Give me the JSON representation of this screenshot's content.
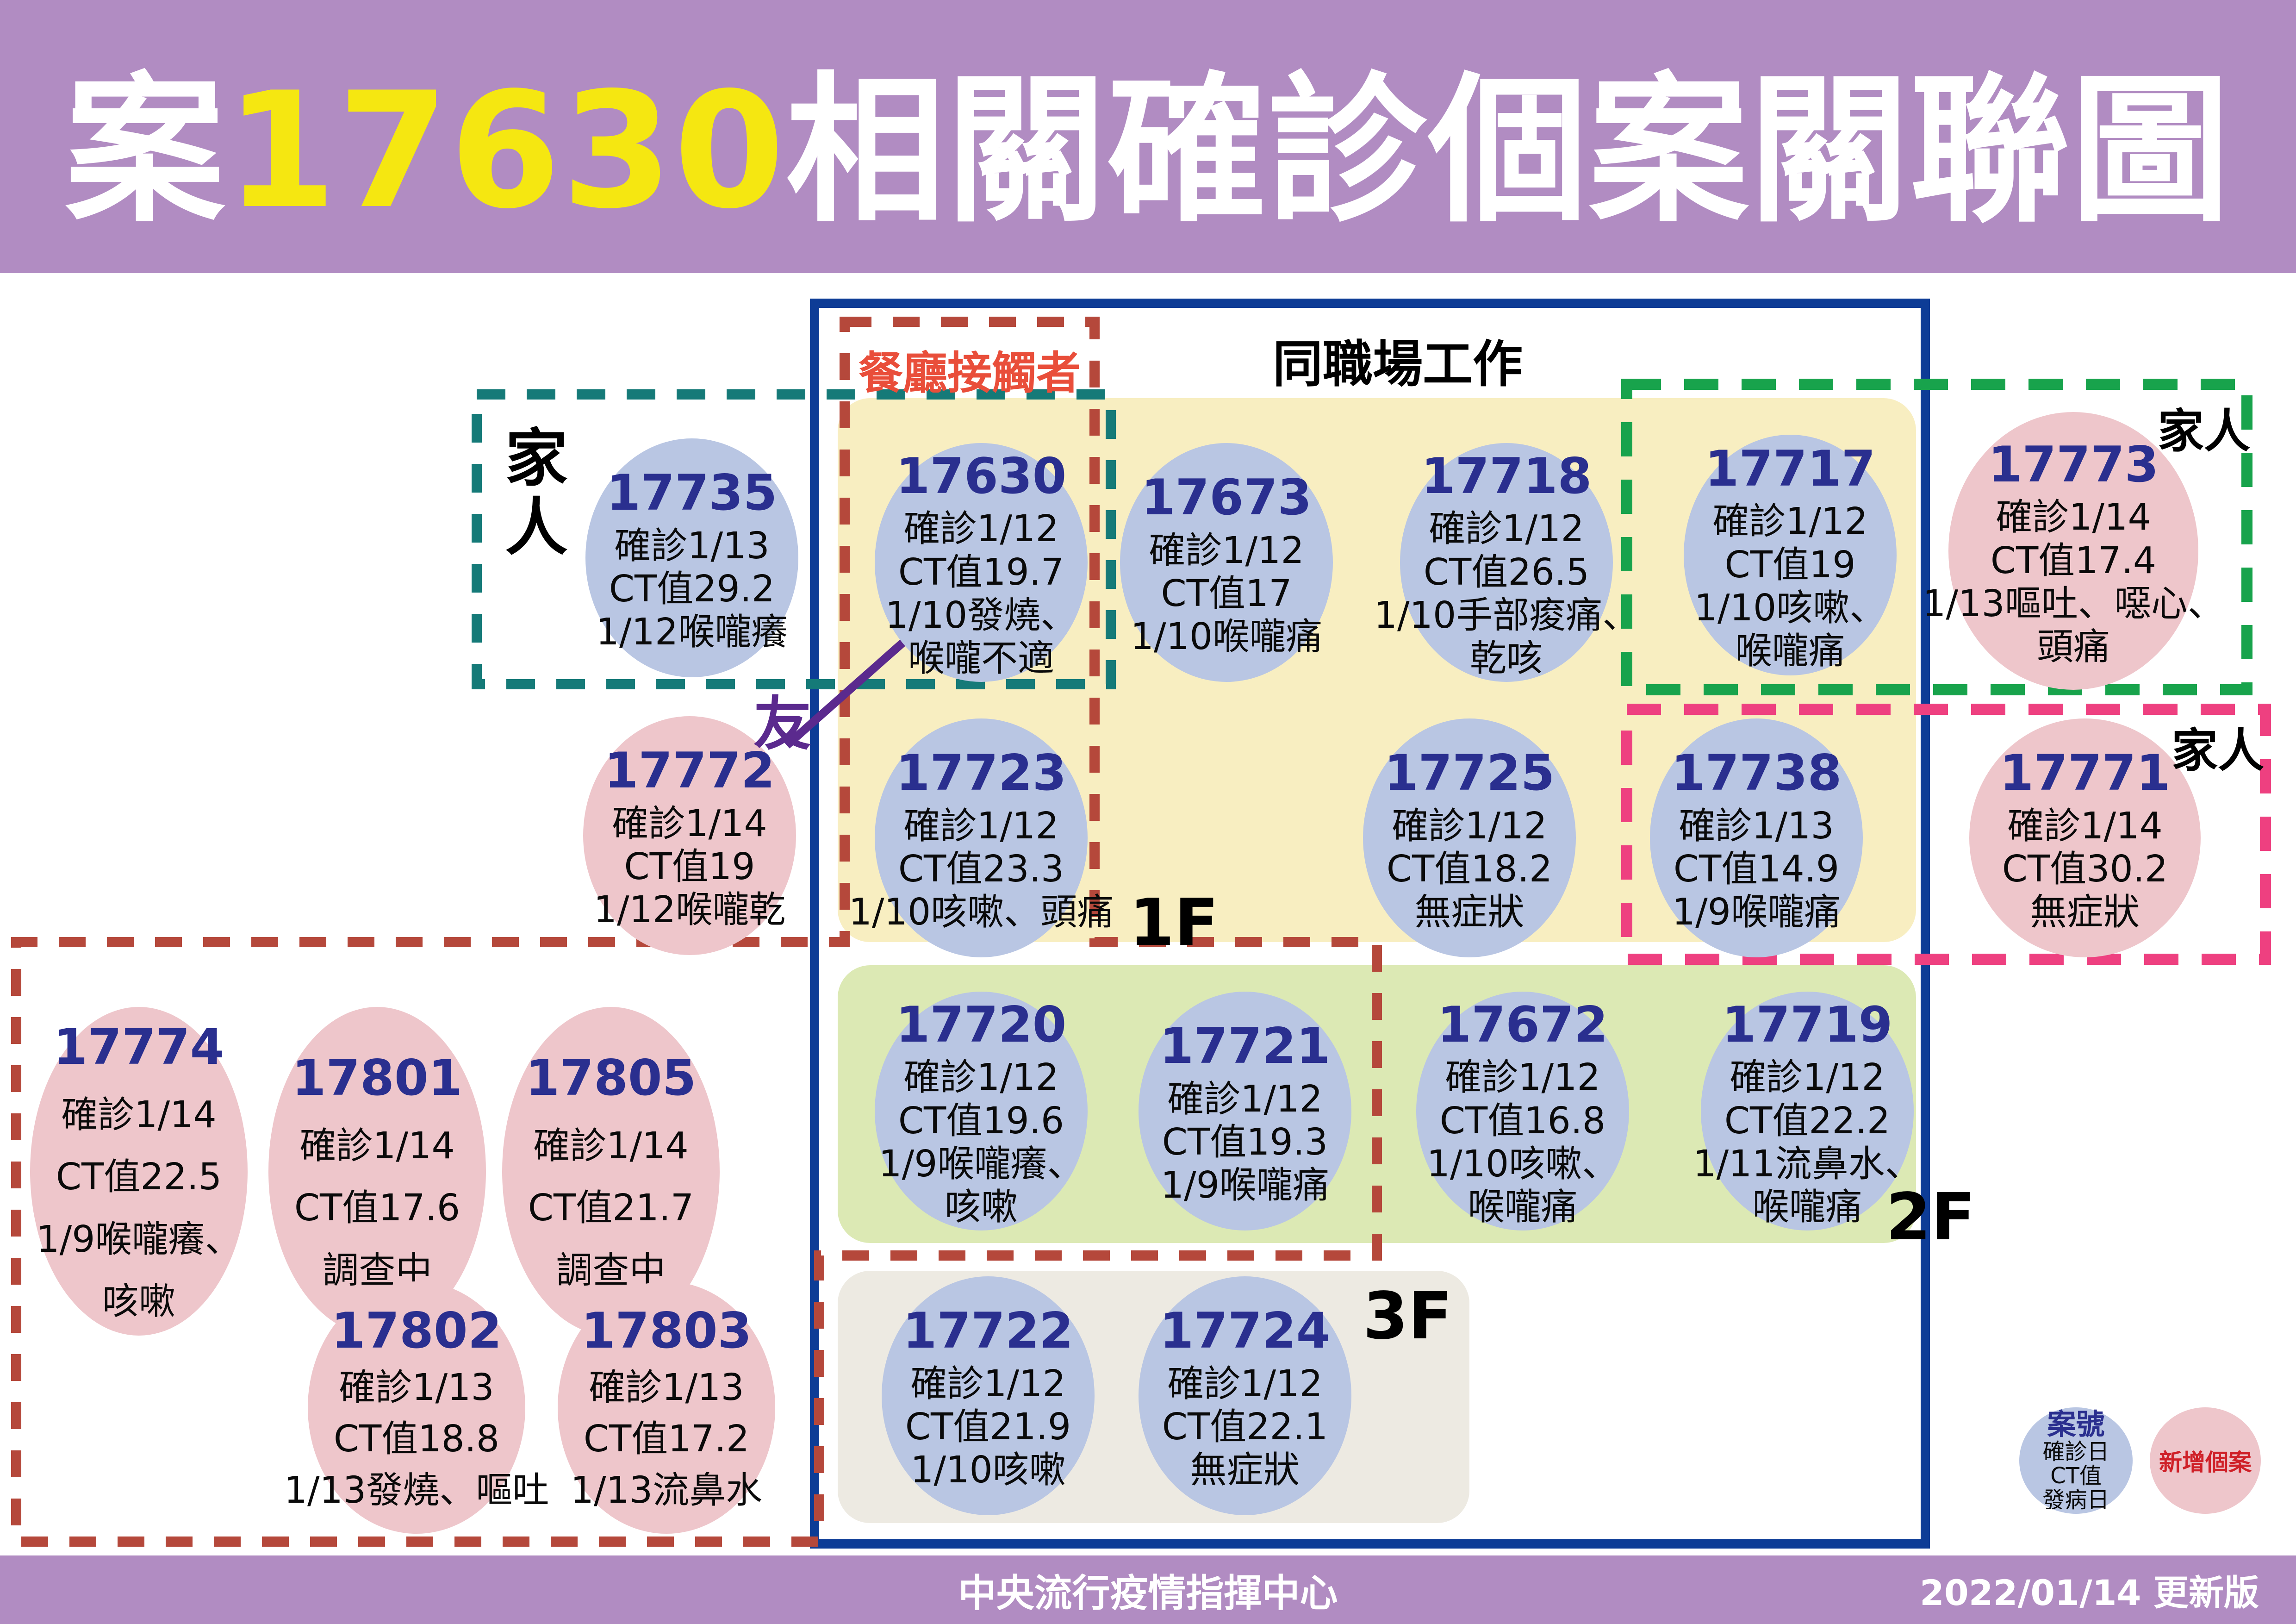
{
  "title": {
    "prefix": "案",
    "case_no": "17630",
    "suffix": "相關確診個案關聯圖"
  },
  "labels": {
    "workplace": "同職場工作",
    "restaurant": "餐廳接觸者",
    "family": "家人",
    "friend": "友",
    "floor_1f": "1F",
    "floor_2f": "2F",
    "floor_3f": "3F"
  },
  "footer": {
    "org": "中央流行疫情指揮中心",
    "version": "2022/01/14 更新版"
  },
  "legend": {
    "blue": {
      "title": "案號",
      "lines": [
        "確診日",
        "CT值",
        "發病日"
      ]
    },
    "pink": {
      "label": "新增個案"
    }
  },
  "colors": {
    "header_purple": "#b18cc2",
    "title_highlight_yellow": "#f5e711",
    "case_blue_fill": "#b9c6e3",
    "case_pink_fill": "#eec6cb",
    "case_number_navy": "#2a2f8f",
    "workplace_border_blue": "#0d3c96",
    "floor1_bg": "#f8eec1",
    "floor2_bg": "#dce9b4",
    "floor3_bg": "#edeae2",
    "family_teal_dash": "#157a78",
    "family_green_dash": "#18a34c",
    "family_pink_dash": "#ee4080",
    "contact_red_dash": "#b5483b",
    "restaurant_label_red": "#e94e3a",
    "friend_purple": "#5b2a8e",
    "new_case_red": "#cf2028"
  },
  "cases": [
    {
      "id": "17735",
      "type": "blue",
      "lines": [
        "確診1/13",
        "CT值29.2",
        "1/12喉嚨癢"
      ]
    },
    {
      "id": "17630",
      "type": "blue",
      "lines": [
        "確診1/12",
        "CT值19.7",
        "1/10發燒、",
        "喉嚨不適"
      ]
    },
    {
      "id": "17673",
      "type": "blue",
      "lines": [
        "確診1/12",
        "CT值17",
        "1/10喉嚨痛"
      ]
    },
    {
      "id": "17718",
      "type": "blue",
      "lines": [
        "確診1/12",
        "CT值26.5",
        "1/10手部痠痛、",
        "乾咳"
      ]
    },
    {
      "id": "17717",
      "type": "blue",
      "lines": [
        "確診1/12",
        "CT值19",
        "1/10咳嗽、",
        "喉嚨痛"
      ]
    },
    {
      "id": "17773",
      "type": "pink",
      "lines": [
        "確診1/14",
        "CT值17.4",
        "1/13嘔吐、噁心、",
        "頭痛"
      ]
    },
    {
      "id": "17772",
      "type": "pink",
      "lines": [
        "確診1/14",
        "CT值19",
        "1/12喉嚨乾"
      ]
    },
    {
      "id": "17723",
      "type": "blue",
      "lines": [
        "確診1/12",
        "CT值23.3",
        "1/10咳嗽、頭痛"
      ]
    },
    {
      "id": "17725",
      "type": "blue",
      "lines": [
        "確診1/12",
        "CT值18.2",
        "無症狀"
      ]
    },
    {
      "id": "17738",
      "type": "blue",
      "lines": [
        "確診1/13",
        "CT值14.9",
        "1/9喉嚨痛"
      ]
    },
    {
      "id": "17771",
      "type": "pink",
      "lines": [
        "確診1/14",
        "CT值30.2",
        "無症狀"
      ]
    },
    {
      "id": "17720",
      "type": "blue",
      "lines": [
        "確診1/12",
        "CT值19.6",
        "1/9喉嚨癢、",
        "咳嗽"
      ]
    },
    {
      "id": "17721",
      "type": "blue",
      "lines": [
        "確診1/12",
        "CT值19.3",
        "1/9喉嚨痛"
      ]
    },
    {
      "id": "17672",
      "type": "blue",
      "lines": [
        "確診1/12",
        "CT值16.8",
        "1/10咳嗽、",
        "喉嚨痛"
      ]
    },
    {
      "id": "17719",
      "type": "blue",
      "lines": [
        "確診1/12",
        "CT值22.2",
        "1/11流鼻水、",
        "喉嚨痛"
      ]
    },
    {
      "id": "17722",
      "type": "blue",
      "lines": [
        "確診1/12",
        "CT值21.9",
        "1/10咳嗽"
      ]
    },
    {
      "id": "17724",
      "type": "blue",
      "lines": [
        "確診1/12",
        "CT值22.1",
        "無症狀"
      ]
    },
    {
      "id": "17774",
      "type": "pink",
      "lines": [
        "確診1/14",
        "CT值22.5",
        "1/9喉嚨癢、",
        "咳嗽"
      ]
    },
    {
      "id": "17801",
      "type": "pink",
      "lines": [
        "確診1/14",
        "CT值17.6",
        "調查中"
      ]
    },
    {
      "id": "17805",
      "type": "pink",
      "lines": [
        "確診1/14",
        "CT值21.7",
        "調查中"
      ]
    },
    {
      "id": "17802",
      "type": "pink",
      "lines": [
        "確診1/13",
        "CT值18.8",
        "1/13發燒、嘔吐"
      ]
    },
    {
      "id": "17803",
      "type": "pink",
      "lines": [
        "確診1/13",
        "CT值17.2",
        "1/13流鼻水"
      ]
    }
  ]
}
